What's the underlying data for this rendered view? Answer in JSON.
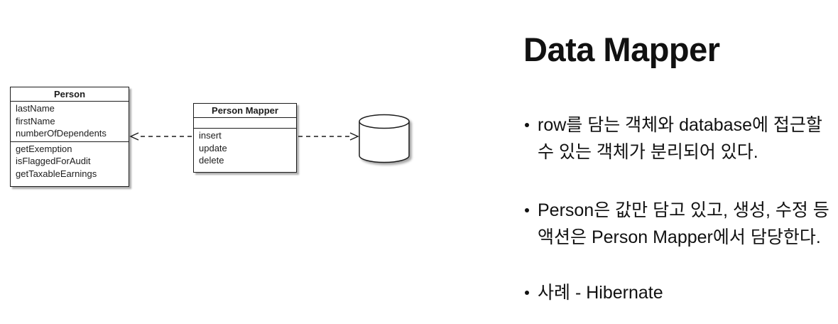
{
  "diagram": {
    "person_class": {
      "title": "Person",
      "attributes": [
        "lastName",
        "firstName",
        "numberOfDependents"
      ],
      "methods": [
        "getExemption",
        "isFlaggedForAudit",
        "getTaxableEarnings"
      ]
    },
    "mapper_class": {
      "title": "Person Mapper",
      "attributes": [],
      "methods": [
        "insert",
        "update",
        "delete"
      ]
    },
    "icons": {
      "database": "cylinder-shape",
      "dependency_arrows": "dashed-open-arrowhead"
    },
    "colors": {
      "stroke": "#1c1c1c",
      "fill": "#ffffff",
      "shadow": "rgba(0,0,0,0.35)"
    }
  },
  "content": {
    "title": "Data Mapper",
    "bullets": [
      {
        "lines": [
          "row를 담는 객체와 database에 접근할",
          "수 있는 객체가 분리되어 있다."
        ]
      },
      {
        "lines": [
          "Person은 값만 담고 있고, 생성, 수정 등",
          "액션은 Person Mapper에서 담당한다."
        ]
      },
      {
        "lines": [
          "사례 - Hibernate"
        ]
      }
    ],
    "text_color": "#111111"
  }
}
